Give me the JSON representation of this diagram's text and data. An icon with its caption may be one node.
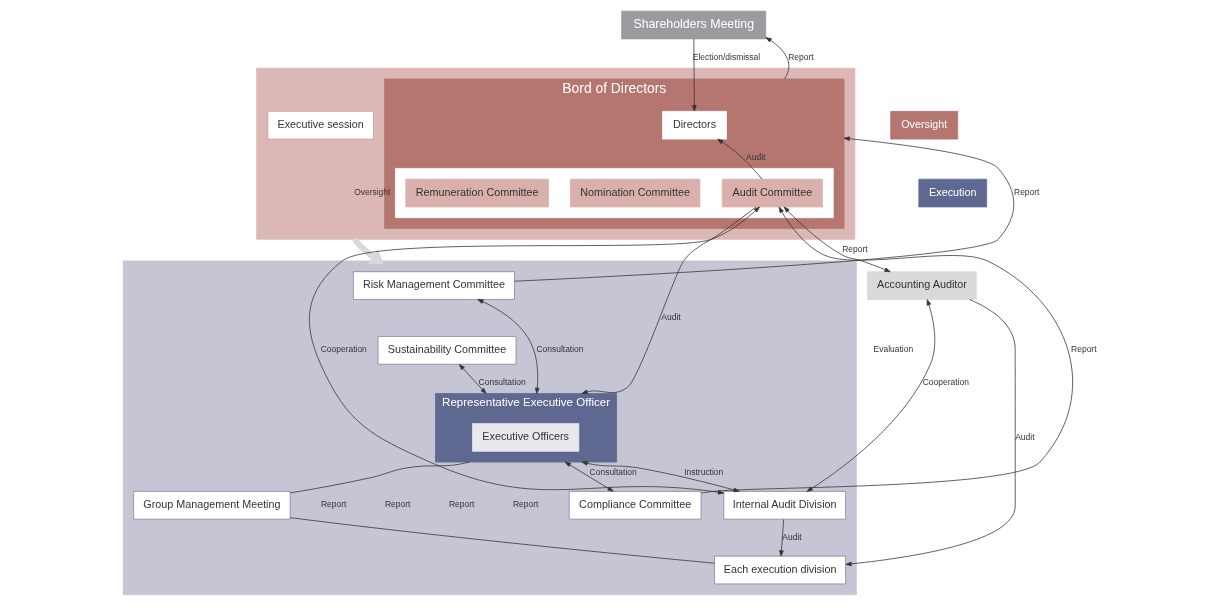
{
  "diagram": {
    "nodes": [
      {
        "text": [
          "Shareholders Meeting"
        ]
      },
      {
        "text": [
          "Oversight"
        ]
      },
      {
        "text": [],
        "shape": "box"
      },
      {
        "text": [
          "Executive session"
        ],
        "in": 2
      },
      {
        "text": [
          "Bord of Directors"
        ],
        "in": 2
      },
      {
        "text": [
          "Directors"
        ],
        "in": 4
      },
      {
        "text": [],
        "shape": "box",
        "in": 4
      },
      {
        "text": [
          "Nomination Committee"
        ],
        "in": 6
      },
      {
        "text": [
          "Remuneration Committee"
        ],
        "in": 6
      },
      {
        "text": [
          "Audit Committee"
        ],
        "in": 6
      },
      {
        "text": [
          "Accounting Auditor"
        ]
      },
      {
        "text": [
          "Execution"
        ]
      },
      {
        "text": [],
        "shape": "box"
      },
      {
        "text": [
          "Risk Management Committee"
        ],
        "in": 12
      },
      {
        "text": [
          "Sustainability Committee"
        ],
        "in": 12
      },
      {
        "text": [
          "Representative Executive Officer"
        ],
        "in": 12
      },
      {
        "text": [
          "Executive Officers"
        ],
        "in": 15
      },
      {
        "text": [
          "Compliance Committee"
        ],
        "in": 12
      },
      {
        "text": [
          "Internal Audit Division"
        ],
        "in": 12
      },
      {
        "text": [
          "Group Management Meeting"
        ],
        "in": 12
      },
      {
        "text": [
          "Each execution division"
        ],
        "in": 12
      }
    ],
    "edges": [
      {
        "from": 4,
        "to": 0,
        "arrow": "to",
        "label": "Report"
      },
      {
        "from": 0,
        "to": 5,
        "arrow": "to",
        "label": "Election/dismissal"
      },
      {
        "from": 9,
        "to": 5,
        "arrow": "to",
        "label": "Audit"
      },
      {
        "from": 9,
        "to": 10,
        "arrow": "both",
        "label": "Report"
      },
      {
        "from": 13,
        "to": 4,
        "arrow": "to",
        "label": "Report"
      },
      {
        "from": 2,
        "to": 12,
        "arrow": "to",
        "label": "Oversight",
        "style": "thick",
        "color": "#d9d9d9"
      },
      {
        "from": 9,
        "to": 15,
        "arrow": "to",
        "label": "Audit"
      },
      {
        "from": 17,
        "to": 9,
        "arrow": "to",
        "label": "Report"
      },
      {
        "from": 9,
        "to": 18,
        "arrow": "both",
        "label": "Cooperation"
      },
      {
        "from": 10,
        "to": 18,
        "arrow": "both",
        "label": "Cooperation"
      },
      {
        "from": 13,
        "to": 15,
        "arrow": "both",
        "label": "Consultation"
      },
      {
        "from": 14,
        "to": 15,
        "arrow": "both",
        "label": "Consultation"
      },
      {
        "from": 15,
        "to": 17,
        "arrow": "both",
        "label": "Consultation"
      },
      {
        "from": 15,
        "to": 18,
        "arrow": "both",
        "label": "Instruction"
      },
      {
        "from": 15,
        "to": 19,
        "arrow": "none"
      },
      {
        "from": 19,
        "to": 20,
        "arrow": "none"
      },
      {
        "from": 18,
        "to": 20,
        "arrow": "to",
        "label": "Audit"
      },
      {
        "from": 10,
        "to": 20,
        "arrow": "to",
        "label": "Audit"
      }
    ],
    "labels": [
      "Evaluation",
      "Report",
      "Report",
      "Report",
      "Report"
    ]
  }
}
